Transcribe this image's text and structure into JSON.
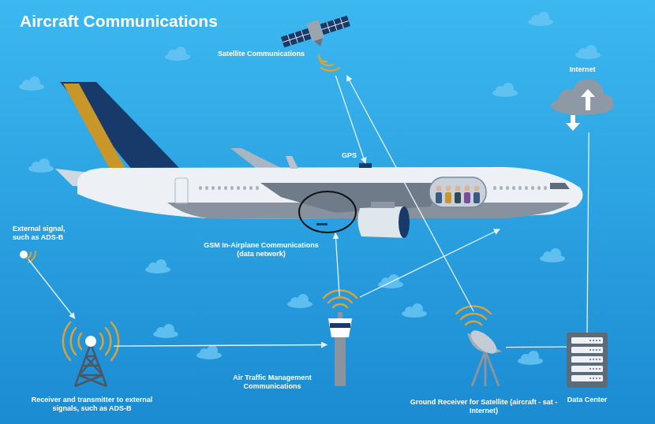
{
  "diagram": {
    "title": "Aircraft Communications",
    "nodes": [
      {
        "text": [
          "Satellite Communications"
        ]
      },
      {
        "text": [
          "Internet"
        ]
      },
      {
        "text": [
          "GPS"
        ]
      },
      {
        "text": [
          "GSM In-Airplane Communications (data network)"
        ]
      },
      {
        "text": [
          "External signal, such as ADS-B"
        ]
      },
      {
        "text": [
          "Receiver and transmitter to external signals, such as ADS-B"
        ]
      },
      {
        "text": [
          "Air Traffic Management Communications"
        ]
      },
      {
        "text": [
          "Ground Receiver for Satellite (aircraft - sat - Internet)"
        ]
      },
      {
        "text": [
          "Data Center"
        ]
      }
    ],
    "edges": [
      {
        "from": 7,
        "to": 0,
        "arrow": "to"
      },
      {
        "from": 0,
        "to": 2,
        "arrow": "to"
      },
      {
        "from": 4,
        "to": 5,
        "arrow": "to"
      },
      {
        "from": 5,
        "to": 6,
        "arrow": "to"
      },
      {
        "from": 6,
        "to": 3,
        "arrow": "to"
      },
      {
        "from": 7,
        "to": 8,
        "arrow": "none"
      },
      {
        "from": 8,
        "to": 1,
        "arrow": "none"
      }
    ]
  }
}
